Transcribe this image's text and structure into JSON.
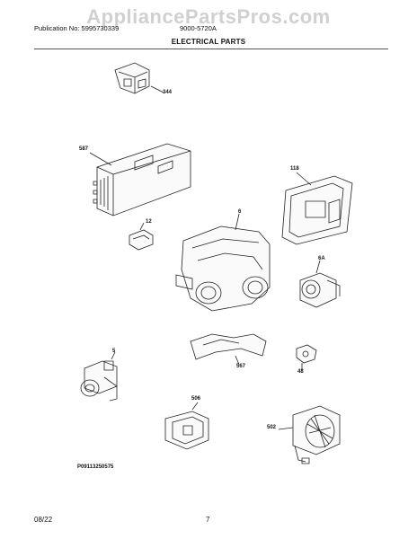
{
  "watermark": "AppliancePartsPros.com",
  "header": {
    "publication": "Publication No: 5995730339",
    "model": "9000-5720A",
    "title": "ELECTRICAL PARTS"
  },
  "callouts": {
    "c344": "344",
    "c587": "587",
    "c118": "118",
    "c12": "12",
    "c6": "6",
    "c6A": "6A",
    "c5": "5",
    "c567": "567",
    "c48": "48",
    "c506": "506",
    "c502": "502"
  },
  "figure_id": "P09113250575",
  "footer": {
    "date": "08/22",
    "page": "7"
  }
}
